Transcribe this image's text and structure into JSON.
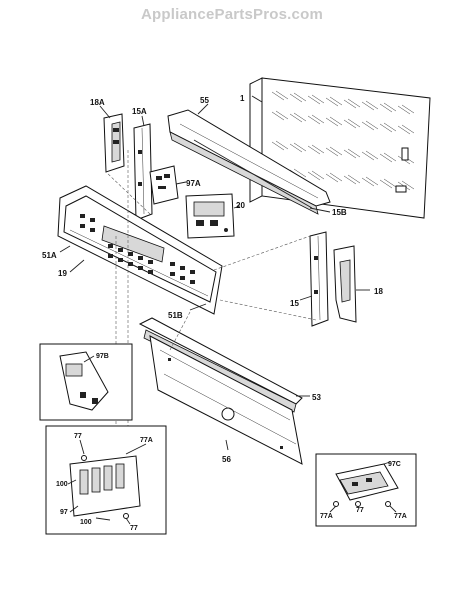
{
  "watermark": "AppliancePartsPros.com",
  "callouts": {
    "p1": "1",
    "p55": "55",
    "p18A": "18A",
    "p15A": "15A",
    "p97A": "97A",
    "p20": "20",
    "p15B": "15B",
    "p51A": "51A",
    "p19": "19",
    "p15": "15",
    "p18": "18",
    "p51B": "51B",
    "p97B": "97B",
    "p53": "53",
    "p56": "56",
    "p77_top": "77",
    "p77A_top": "77A",
    "p100_top": "100",
    "p97": "97",
    "p100_bottom": "100",
    "p77_bottom": "77",
    "p97C": "97C",
    "p77A_left": "77A",
    "p77_inset3": "77",
    "p77A_right": "77A"
  }
}
